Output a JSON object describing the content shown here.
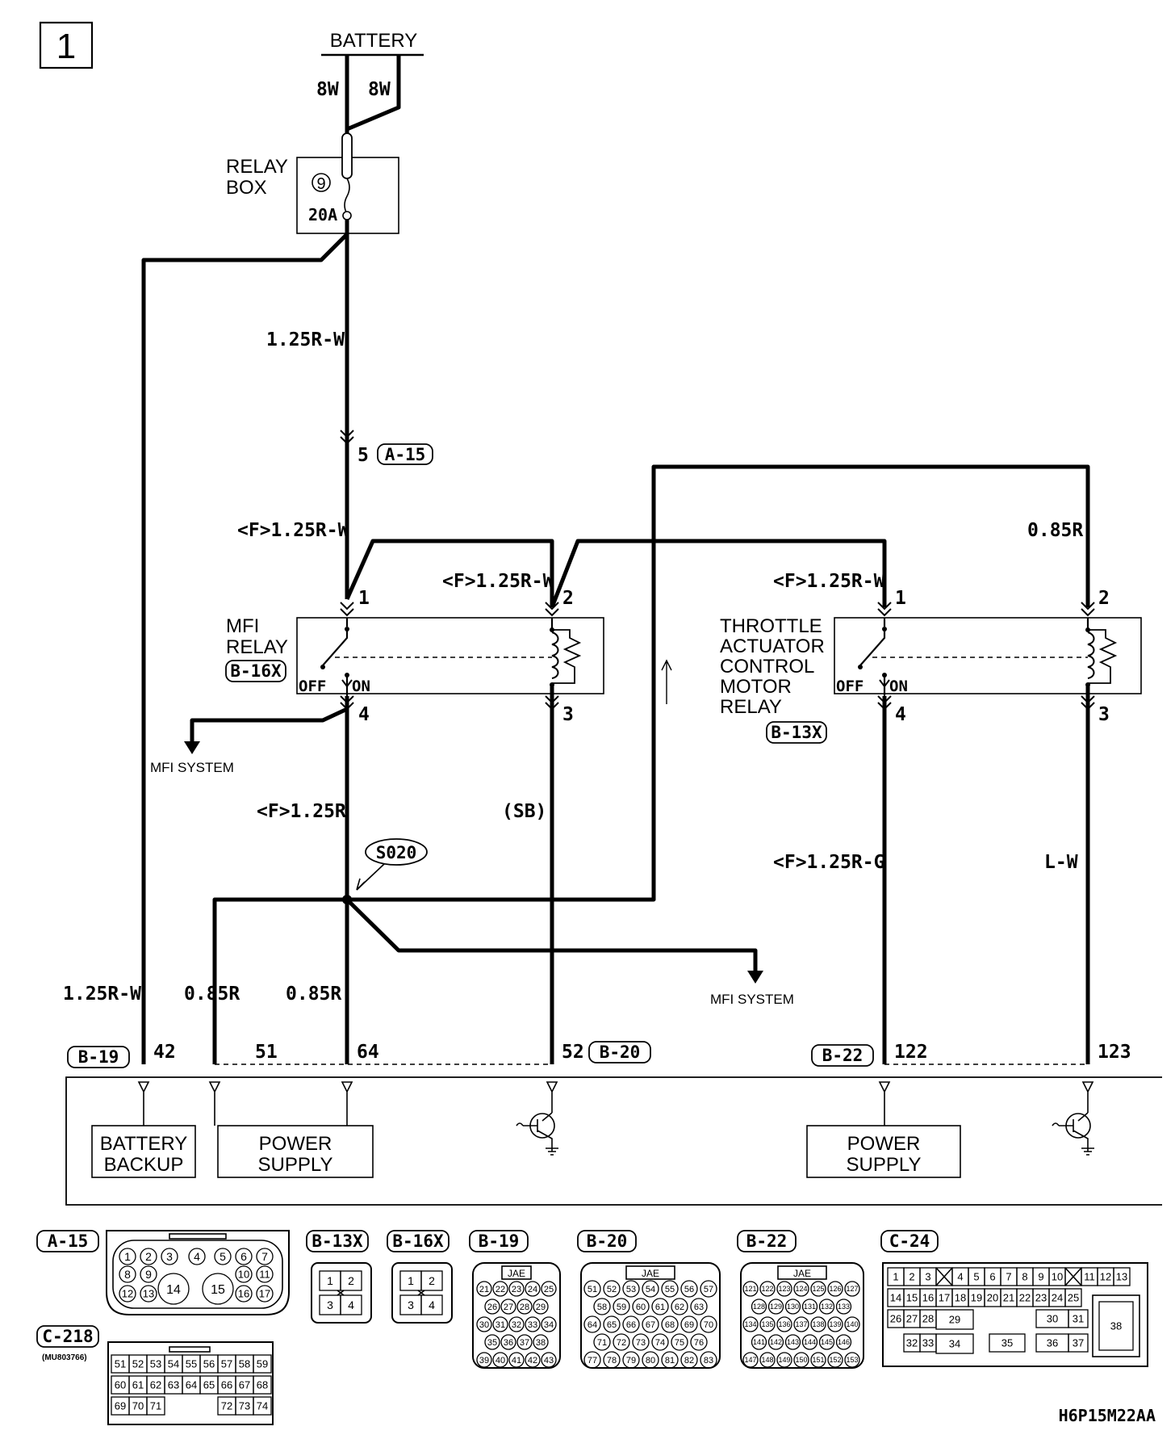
{
  "page_number": "1",
  "battery": {
    "label": "BATTERY",
    "wire_left": "8W",
    "wire_right": "8W"
  },
  "relay_box": {
    "label_line1": "RELAY",
    "label_line2": "BOX",
    "fuse_number": "9",
    "fuse_rating": "20A"
  },
  "wires": {
    "main_125rw": "1.25R-W",
    "a15_pin": "5",
    "a15_connector": "A-15",
    "f_125rw_left": "<F>1.25R-W",
    "f_125rw_mid": "<F>1.25R-W",
    "f_125rw_right": "<F>1.25R-W",
    "r085_top": "0.85R",
    "f_125r": "<F>1.25R",
    "sb": "(SB)",
    "f_125rg": "<F>1.25R-G",
    "lw": "L-W",
    "left_125rw": "1.25R-W",
    "r085_a": "0.85R",
    "r085_b": "0.85R",
    "splice": "S020"
  },
  "mfi_relay": {
    "line1": "MFI",
    "line2": "RELAY",
    "connector": "B-16X",
    "pin1": "1",
    "pin2": "2",
    "pin3": "3",
    "pin4": "4",
    "off": "OFF",
    "on": "ON"
  },
  "tac_relay": {
    "line1": "THROTTLE",
    "line2": "ACTUATOR",
    "line3": "CONTROL",
    "line4": "MOTOR",
    "line5": "RELAY",
    "connector": "B-13X",
    "pin1": "1",
    "pin2": "2",
    "pin3": "3",
    "pin4": "4",
    "off": "OFF",
    "on": "ON"
  },
  "mfi_system_1": "MFI SYSTEM",
  "mfi_system_2": "MFI SYSTEM",
  "ecm": {
    "conn_b19": "B-19",
    "conn_b20": "B-20",
    "conn_b22": "B-22",
    "pin42": "42",
    "pin51": "51",
    "pin64": "64",
    "pin52": "52",
    "pin122": "122",
    "pin123": "123",
    "battery_backup_1": "BATTERY",
    "battery_backup_2": "BACKUP",
    "power_supply_1": "POWER",
    "power_supply_2": "SUPPLY",
    "power_supply_b_1": "POWER",
    "power_supply_b_2": "SUPPLY"
  },
  "connectors": {
    "a15": {
      "label": "A-15",
      "pins": [
        "1",
        "2",
        "3",
        "4",
        "5",
        "6",
        "7",
        "8",
        "9",
        "14",
        "15",
        "10",
        "11",
        "12",
        "13",
        "16",
        "17"
      ]
    },
    "b13x": {
      "label": "B-13X",
      "pins": [
        "1",
        "2",
        "3",
        "4"
      ]
    },
    "b16x": {
      "label": "B-16X",
      "pins": [
        "1",
        "2",
        "3",
        "4"
      ]
    },
    "b19": {
      "label": "B-19",
      "maker": "JAE",
      "rows": [
        [
          "21",
          "22",
          "23",
          "24",
          "25"
        ],
        [
          "26",
          "27",
          "28",
          "29"
        ],
        [
          "30",
          "31",
          "32",
          "33",
          "34"
        ],
        [
          "35",
          "36",
          "37",
          "38"
        ],
        [
          "39",
          "40",
          "41",
          "42",
          "43"
        ]
      ]
    },
    "b20": {
      "label": "B-20",
      "maker": "JAE",
      "rows": [
        [
          "51",
          "52",
          "53",
          "54",
          "55",
          "56",
          "57"
        ],
        [
          "58",
          "59",
          "60",
          "61",
          "62",
          "63"
        ],
        [
          "64",
          "65",
          "66",
          "67",
          "68",
          "69",
          "70"
        ],
        [
          "71",
          "72",
          "73",
          "74",
          "75",
          "76"
        ],
        [
          "77",
          "78",
          "79",
          "80",
          "81",
          "82",
          "83"
        ]
      ]
    },
    "b22": {
      "label": "B-22",
      "maker": "JAE",
      "rows": [
        [
          "121",
          "122",
          "123",
          "124",
          "125",
          "126",
          "127"
        ],
        [
          "128",
          "129",
          "130",
          "131",
          "132",
          "133"
        ],
        [
          "134",
          "135",
          "136",
          "137",
          "138",
          "139",
          "140"
        ],
        [
          "141",
          "142",
          "143",
          "144",
          "145",
          "146"
        ],
        [
          "147",
          "148",
          "149",
          "150",
          "151",
          "152",
          "153"
        ]
      ]
    },
    "c24": {
      "label": "C-24",
      "row1": [
        "1",
        "2",
        "3",
        "4",
        "5",
        "6",
        "7",
        "8",
        "9",
        "10",
        "11",
        "12",
        "13"
      ],
      "row2": [
        "14",
        "15",
        "16",
        "17",
        "18",
        "19",
        "20",
        "21",
        "22",
        "23",
        "24",
        "25"
      ],
      "row3": [
        "26",
        "27",
        "28",
        "29",
        "30",
        "31",
        "38"
      ],
      "row4": [
        "32",
        "33",
        "34",
        "35",
        "36",
        "37"
      ]
    },
    "c218": {
      "label": "C-218",
      "part": "(MU803766)",
      "row1": [
        "51",
        "52",
        "53",
        "54",
        "55",
        "56",
        "57",
        "58",
        "59"
      ],
      "row2": [
        "60",
        "61",
        "62",
        "63",
        "64",
        "65",
        "66",
        "67",
        "68"
      ],
      "row3": [
        "69",
        "70",
        "71",
        "72",
        "73",
        "74"
      ]
    }
  },
  "drawing_code": "H6P15M22AA"
}
